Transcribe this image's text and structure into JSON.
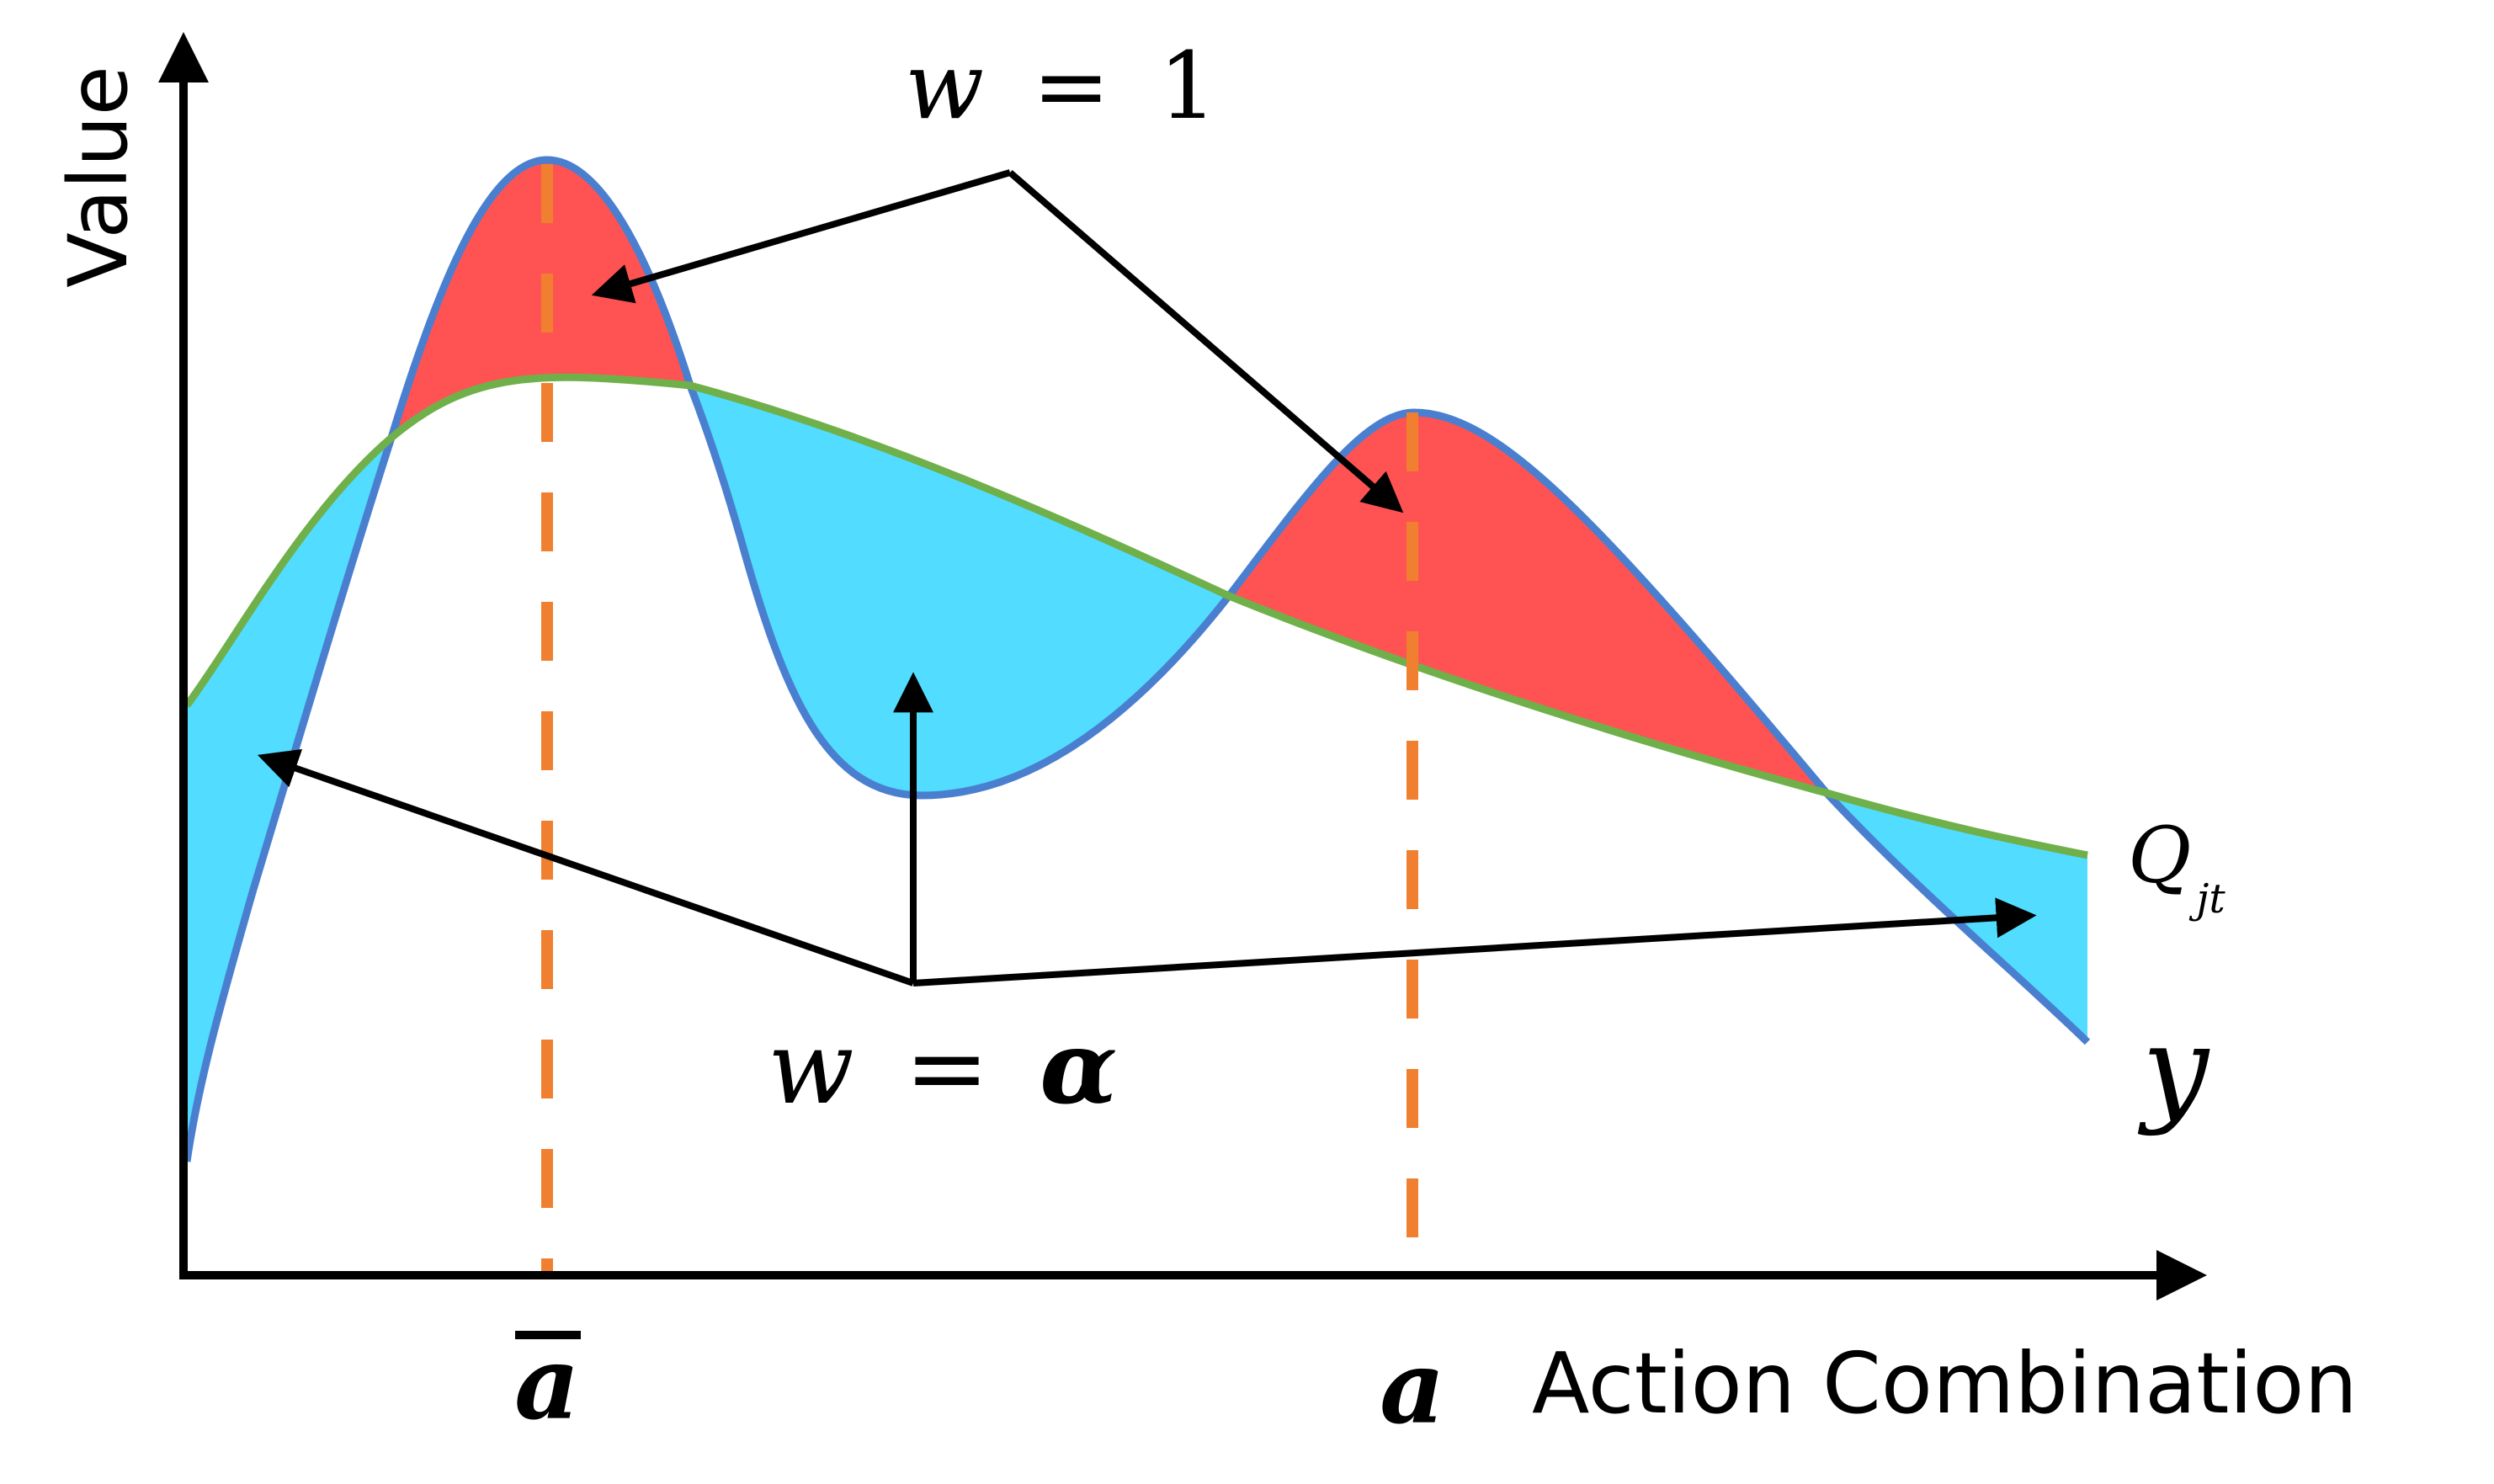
{
  "axes": {
    "y_label": "Value",
    "x_label": "Action Combination"
  },
  "points": {
    "a_bar": "a",
    "a_star": "a"
  },
  "annotations": {
    "w_one": {
      "lhs": "w",
      "eq": "=",
      "rhs": "1"
    },
    "w_alpha": {
      "lhs": "w",
      "eq": "=",
      "rhs": "α"
    }
  },
  "curves": {
    "q_jt": {
      "main": "Q",
      "sub": "jt"
    },
    "y": {
      "label": "y"
    }
  },
  "colors": {
    "y_curve": "#4a7fd0",
    "q_curve": "#70b04a",
    "fill_w1": "#ff5252",
    "fill_alpha": "#52dcff",
    "dashed": "#f08030",
    "axis": "#000000"
  }
}
